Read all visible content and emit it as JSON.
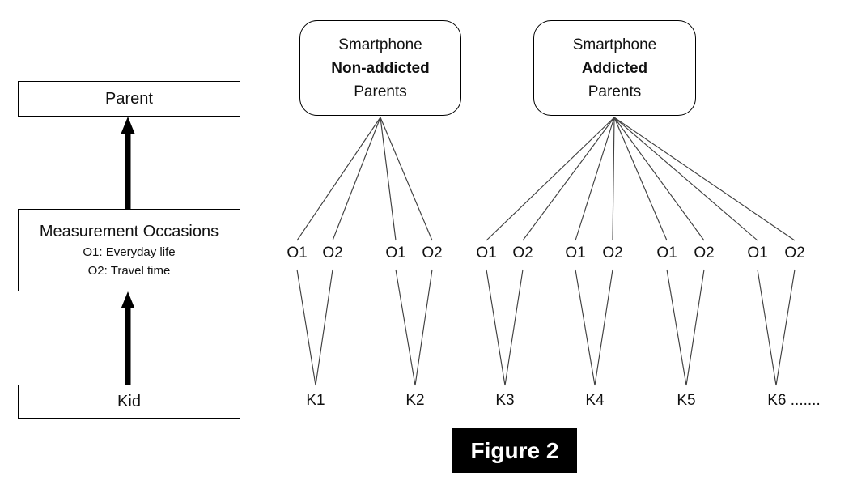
{
  "figure": {
    "caption": "Figure 2",
    "caption_bg": "#000000",
    "caption_color": "#ffffff"
  },
  "left_panel": {
    "parent_label": "Parent",
    "measurement_box": {
      "title": "Measurement Occasions",
      "line1": "O1: Everyday life",
      "line2": "O2: Travel time"
    },
    "kid_label": "Kid"
  },
  "groups": [
    {
      "line1": "Smartphone",
      "line2": "Non-addicted",
      "line3": "Parents"
    },
    {
      "line1": "Smartphone",
      "line2": "Addicted",
      "line3": "Parents"
    }
  ],
  "units": [
    {
      "o1": "O1",
      "o2": "O2",
      "kid": "K1"
    },
    {
      "o1": "O1",
      "o2": "O2",
      "kid": "K2"
    },
    {
      "o1": "O1",
      "o2": "O2",
      "kid": "K3"
    },
    {
      "o1": "O1",
      "o2": "O2",
      "kid": "K4"
    },
    {
      "o1": "O1",
      "o2": "O2",
      "kid": "K5"
    },
    {
      "o1": "O1",
      "o2": "O2",
      "kid": "K6 ......."
    }
  ],
  "colors": {
    "background": "#ffffff",
    "border": "#000000",
    "thin_line": "#404040",
    "arrow": "#000000",
    "text": "#111111"
  }
}
